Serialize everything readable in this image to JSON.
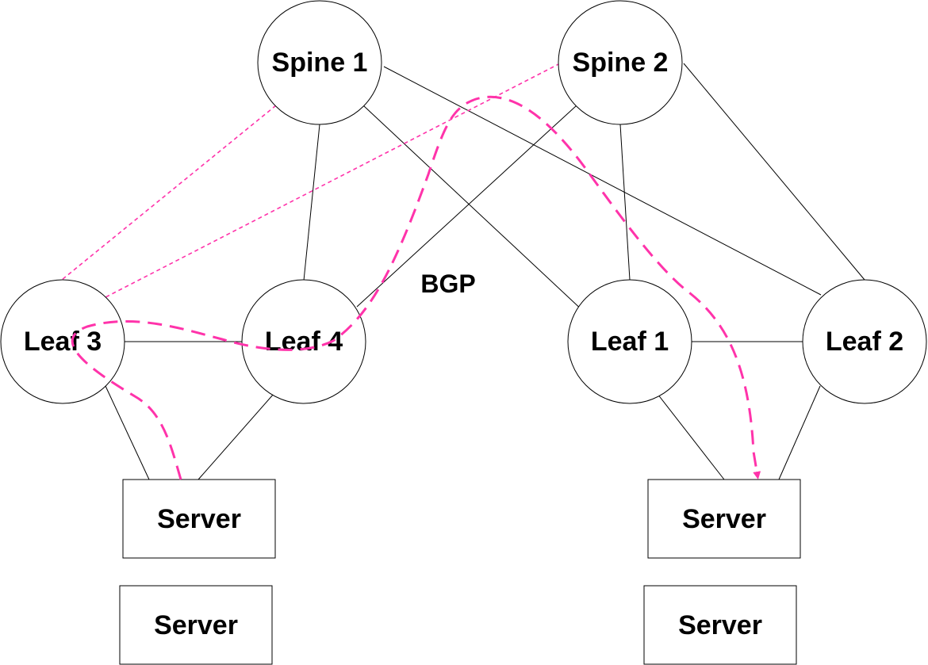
{
  "nodes": {
    "spine1": "Spine 1",
    "spine2": "Spine 2",
    "leaf1": "Leaf 1",
    "leaf2": "Leaf 2",
    "leaf3": "Leaf 3",
    "leaf4": "Leaf 4"
  },
  "servers": {
    "left_upper": "Server",
    "left_lower": "Server",
    "right_upper": "Server",
    "right_lower": "Server"
  },
  "protocol_label": "BGP",
  "colors": {
    "highlight": "#ff33aa",
    "line": "#000000",
    "background": "#ffffff"
  }
}
